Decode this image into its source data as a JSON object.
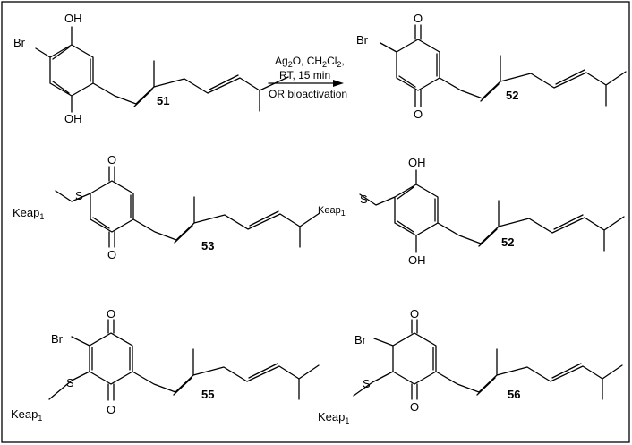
{
  "scheme": {
    "reaction": {
      "conditions": {
        "line1_a": "Ag",
        "line1_a_sub": "2",
        "line1_b": "O, CH",
        "line1_b_sub": "2",
        "line1_c": "Cl",
        "line1_c_sub": "2",
        "line1_d": ",",
        "line2": "RT, 15 min",
        "line3": "OR bioactivation"
      }
    },
    "compounds": [
      {
        "id": "51",
        "substituents": {
          "top": "OH",
          "bottom": "OH",
          "left": "Br"
        }
      },
      {
        "id": "52",
        "substituents": {
          "top": "O",
          "bottom": "O",
          "left": "Br"
        }
      },
      {
        "id": "53",
        "substituents": {
          "top": "O",
          "bottom": "O",
          "thio": "S",
          "protein": "Keap",
          "protein_sub": "1"
        }
      },
      {
        "id": "52",
        "substituents": {
          "top": "OH",
          "bottom": "OH",
          "thio": "S",
          "protein": "Keap",
          "protein_sub": "1"
        }
      },
      {
        "id": "55",
        "substituents": {
          "top": "O",
          "bottom": "O",
          "halogen": "Br",
          "thio": "S",
          "protein": "Keap",
          "protein_sub": "1"
        }
      },
      {
        "id": "56",
        "substituents": {
          "top": "O",
          "bottom": "O",
          "halogen": "Br",
          "thio": "S",
          "protein": "Keap",
          "protein_sub": "1"
        }
      }
    ]
  }
}
